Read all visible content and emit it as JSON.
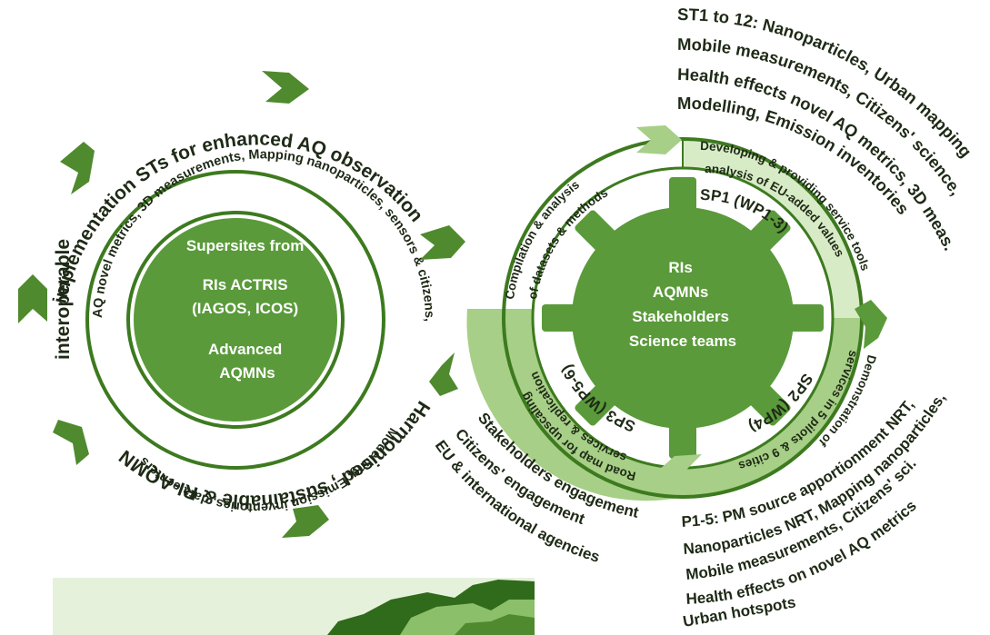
{
  "colors": {
    "dark_green": "#3d7a1f",
    "mid_green": "#5a9a3a",
    "light_green": "#a7cf87",
    "pale_green": "#d7ebc7",
    "arrow_green": "#4f8a2e",
    "text_dark": "#1e2a16"
  },
  "left_cycle": {
    "center_lines": [
      "Supersites from",
      "RIs ACTRIS",
      "(IAGOS, ICOS)",
      "Advanced",
      "AQMNs"
    ],
    "outer_arc_top": "implementation STs for enhanced  AQ observations",
    "outer_arc_left": "interoperable",
    "outer_arc_bottom": "Harmonised , sustainable & RI-AQMN",
    "inner_arc_top": "AQ novel metrics, 3D measurements, Mapping nanoparticles, sensors & citizens,",
    "inner_arc_bottom": "Modelling, Emission inventories, data centers"
  },
  "right_cycle": {
    "center_lines": [
      "RIs",
      "AQMNs",
      "Stakeholders",
      "Science teams"
    ],
    "sp1": "SP1 (WP1-3)",
    "sp2": "SP2 (WP4)",
    "sp3": "SP3 (WP5-6)",
    "seg_top_left": [
      "Compilation & analysis",
      "of datasets & methods"
    ],
    "seg_top_right": [
      "Developing & providing service tools",
      "analysis of EU-added values"
    ],
    "seg_bottom_right": [
      "Demonstration of",
      "services in 5 pilots & 9 cities"
    ],
    "seg_bottom_left": [
      "Road map for upscaling",
      "services & replication"
    ]
  },
  "annotation_top_right": [
    "ST1 to 12: Nanoparticles, Urban mapping",
    "Mobile measurements, Citizens' science,",
    "Health effects novel AQ metrics, 3D meas.",
    "Modelling, Emission inventories"
  ],
  "annotation_bottom_right": [
    "P1-5: PM source apportionment NRT,",
    "Nanoparticles NRT, Mapping nanoparticles,",
    "Mobile measurements, Citizens' sci.",
    "Health effects on novel AQ metrics",
    "Urban hotspots"
  ],
  "annotation_bottom_left": [
    "Stakeholders engagement",
    "Citizens' engagement",
    "EU & international agencies"
  ],
  "map_label": "map-image"
}
